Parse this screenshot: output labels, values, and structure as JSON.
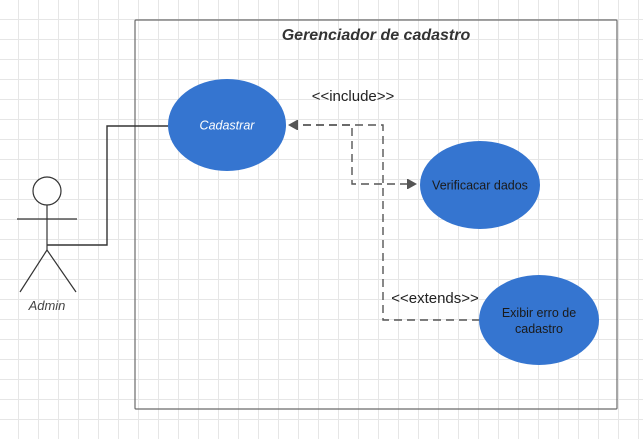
{
  "diagram": {
    "type": "uml-use-case",
    "system_boundary": {
      "title": "Gerenciador de cadastro"
    },
    "actor": {
      "name": "Admin"
    },
    "use_cases": [
      {
        "id": "cadastrar",
        "label_lines": [
          "Cadastrar"
        ]
      },
      {
        "id": "verificar",
        "label_lines": [
          "Verificacar dados"
        ]
      },
      {
        "id": "exibir-erro",
        "label_lines": [
          "Exibir erro de",
          "cadastro"
        ]
      }
    ],
    "relationships": [
      {
        "type": "association",
        "from": "Admin",
        "to": "cadastrar"
      },
      {
        "type": "include",
        "from": "cadastrar",
        "to": "verificar",
        "label": "<<include>>"
      },
      {
        "type": "extend",
        "from": "exibir-erro",
        "to": "cadastrar",
        "label": "<<extends>>"
      }
    ],
    "colors": {
      "use_case_fill": "#3575d0",
      "line": "#333333",
      "dashed_line": "#555555",
      "grid": "#e6e6e6"
    }
  }
}
